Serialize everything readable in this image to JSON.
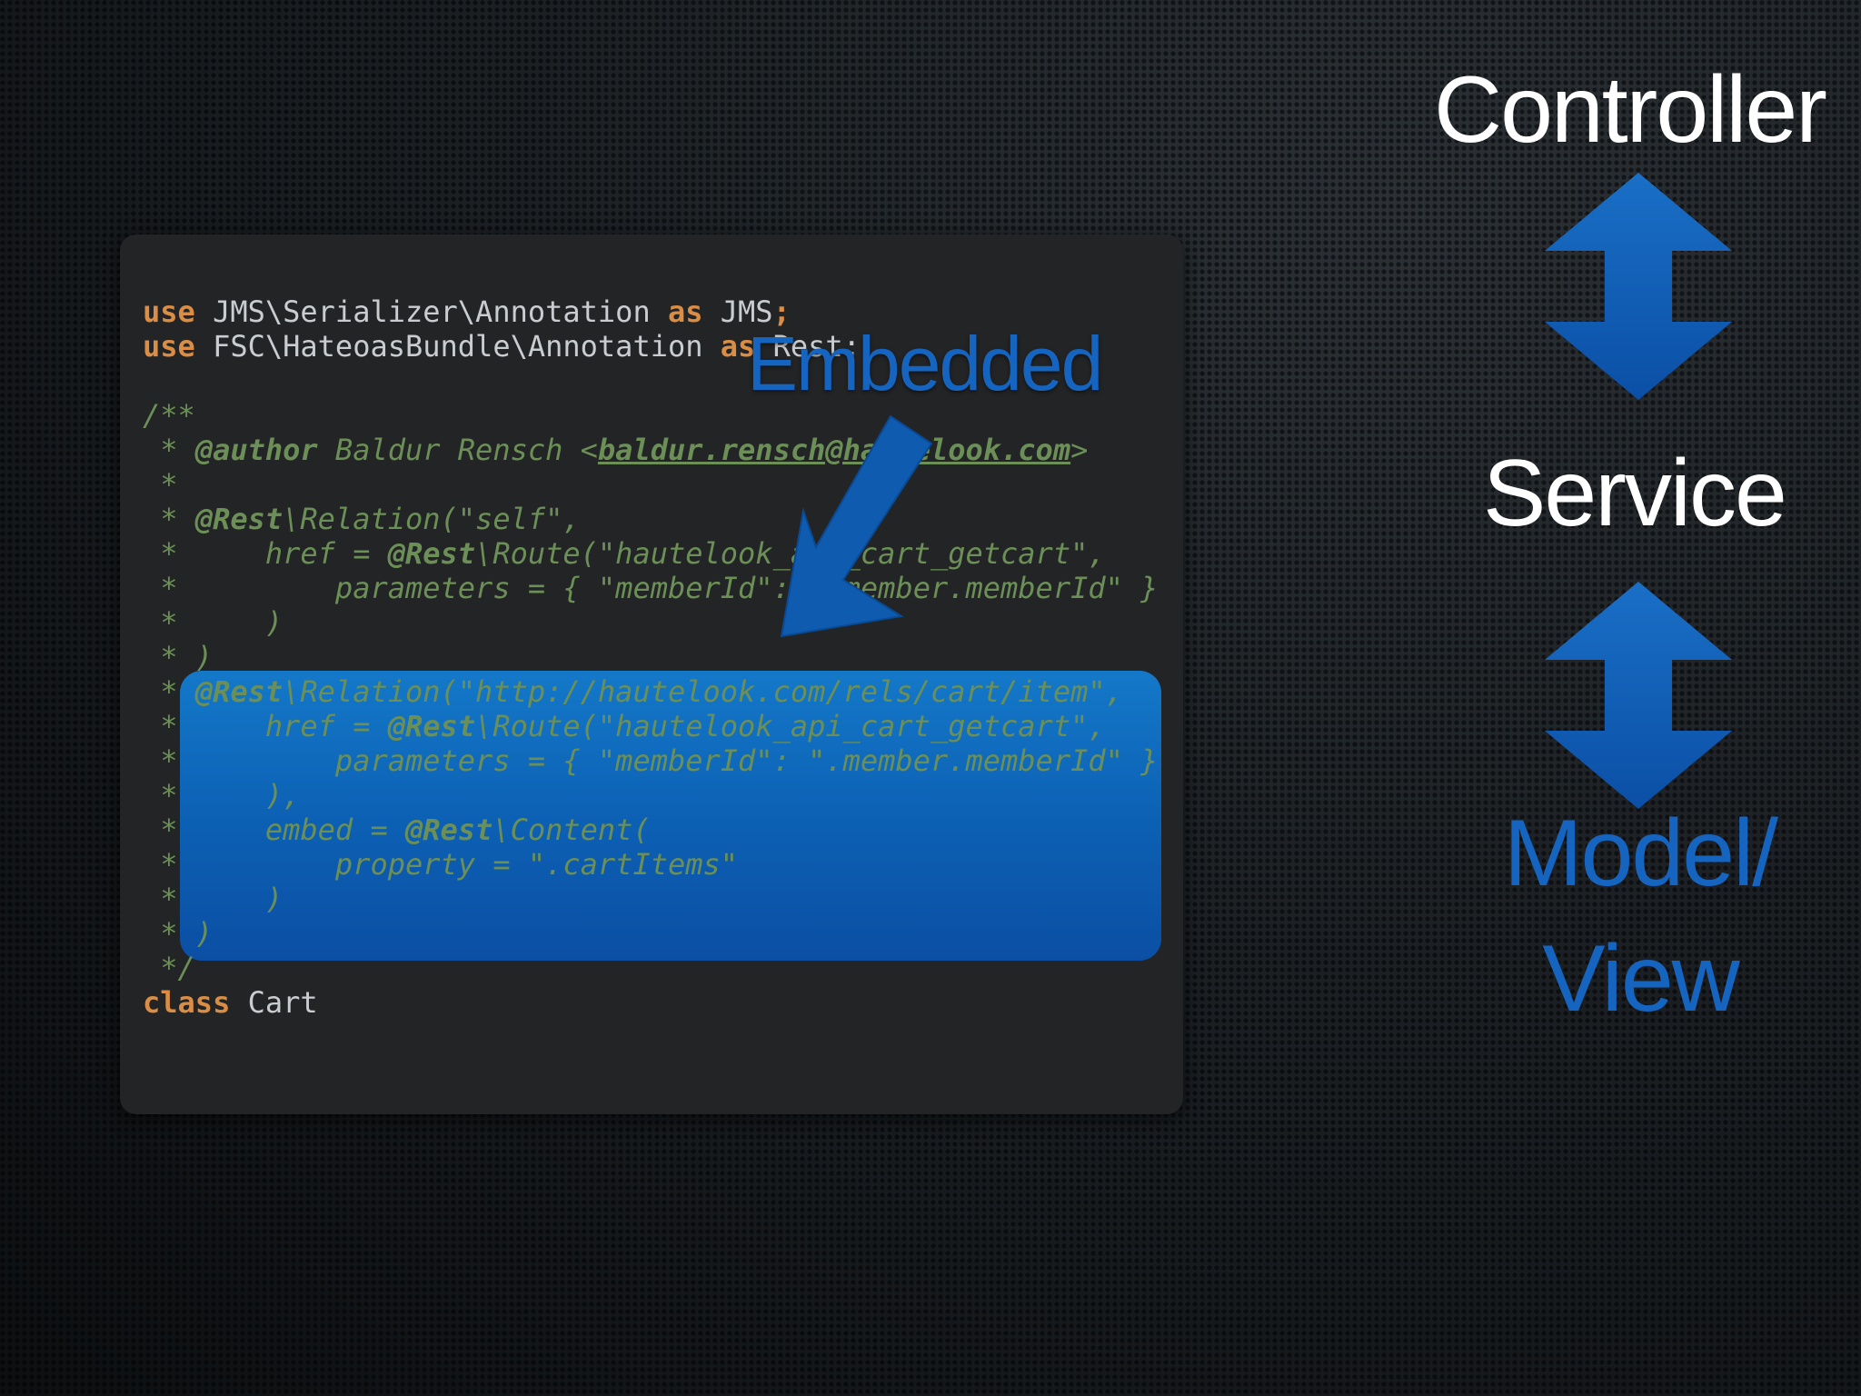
{
  "slide": {
    "code_lines": [
      [
        {
          "c": "kw",
          "t": "use"
        },
        {
          "c": "txt",
          "t": " JMS\\Serializer\\Annotation "
        },
        {
          "c": "kw",
          "t": "as"
        },
        {
          "c": "txt",
          "t": " JMS"
        },
        {
          "c": "kw",
          "t": ";"
        }
      ],
      [
        {
          "c": "kw",
          "t": "use"
        },
        {
          "c": "txt",
          "t": " FSC\\HateoasBundle\\Annotation "
        },
        {
          "c": "kw",
          "t": "as"
        },
        {
          "c": "txt",
          "t": " Rest;"
        }
      ],
      [
        {
          "c": "txt",
          "t": ""
        }
      ],
      [
        {
          "c": "cm",
          "t": "/**"
        }
      ],
      [
        {
          "c": "cm",
          "t": " * "
        },
        {
          "c": "cm-tag",
          "t": "@author"
        },
        {
          "c": "cm",
          "t": " Baldur Rensch <"
        },
        {
          "c": "cm-link",
          "t": "baldur.rensch@hautelook.com"
        },
        {
          "c": "cm",
          "t": ">"
        }
      ],
      [
        {
          "c": "cm",
          "t": " *"
        }
      ],
      [
        {
          "c": "cm",
          "t": " * "
        },
        {
          "c": "cm-tag",
          "t": "@Rest"
        },
        {
          "c": "cm",
          "t": "\\Relation(\"self\","
        }
      ],
      [
        {
          "c": "cm",
          "t": " *     href = "
        },
        {
          "c": "cm-tag",
          "t": "@Rest"
        },
        {
          "c": "cm",
          "t": "\\Route(\"hautelook_api_cart_getcart\","
        }
      ],
      [
        {
          "c": "cm",
          "t": " *         parameters = { \"memberId\": \".member.memberId\" }"
        }
      ],
      [
        {
          "c": "cm",
          "t": " *     )"
        }
      ],
      [
        {
          "c": "cm",
          "t": " * )"
        }
      ],
      [
        {
          "c": "cm",
          "t": " * "
        },
        {
          "c": "cm-tag",
          "t": "@Rest"
        },
        {
          "c": "cm",
          "t": "\\Relation(\"http://hautelook.com/rels/cart/item\","
        }
      ],
      [
        {
          "c": "cm",
          "t": " *     href = "
        },
        {
          "c": "cm-tag",
          "t": "@Rest"
        },
        {
          "c": "cm",
          "t": "\\Route(\"hautelook_api_cart_getcart\","
        }
      ],
      [
        {
          "c": "cm",
          "t": " *         parameters = { \"memberId\": \".member.memberId\" }"
        }
      ],
      [
        {
          "c": "cm",
          "t": " *     ),"
        }
      ],
      [
        {
          "c": "cm",
          "t": " *     embed = "
        },
        {
          "c": "cm-tag",
          "t": "@Rest"
        },
        {
          "c": "cm",
          "t": "\\Content("
        }
      ],
      [
        {
          "c": "cm",
          "t": " *         property = \".cartItems\""
        }
      ],
      [
        {
          "c": "cm",
          "t": " *     )"
        }
      ],
      [
        {
          "c": "cm",
          "t": " * )"
        }
      ],
      [
        {
          "c": "cm",
          "t": " */"
        }
      ],
      [
        {
          "c": "kw",
          "t": "class"
        },
        {
          "c": "txt",
          "t": " Cart"
        }
      ]
    ],
    "callout": {
      "label": "Embedded",
      "arrow_icon": "arrow-down-left-icon"
    },
    "stack": {
      "controller": "Controller",
      "service": "Service",
      "model_line1": "Model/",
      "model_line2": "View",
      "arrow_icon": "double-arrow-vertical-icon"
    },
    "colors": {
      "keyword": "#d98d45",
      "comment": "#6b8f56",
      "plain": "#c9cdd1",
      "accent_blue": "#1565c0",
      "highlight_blue": "#0c5fb3",
      "panel": "#232426"
    }
  }
}
